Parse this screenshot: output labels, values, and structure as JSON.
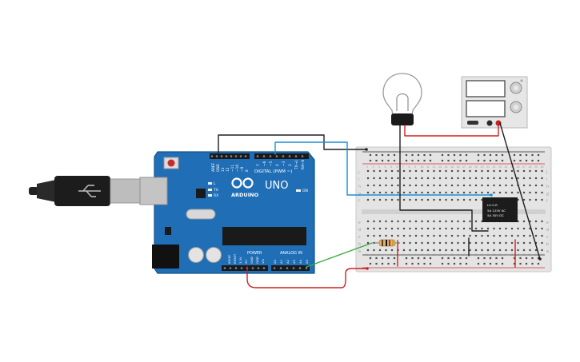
{
  "arduino": {
    "brand": "ARDUINO",
    "model": "UNO",
    "digital_header": "DIGITAL (PWM ~)",
    "power_header": "POWER",
    "analog_header": "ANALOG IN",
    "led_labels": [
      "L",
      "TX",
      "RX"
    ],
    "on_label": "ON",
    "top_pins": [
      "AREF",
      "GND",
      "13",
      "12",
      "~11",
      "~10",
      "~9",
      "8",
      "7",
      "~6",
      "~5",
      "4",
      "~3",
      "2",
      "TX→1",
      "RX←0"
    ],
    "power_pins": [
      "IOREF",
      "RESET",
      "3.3V",
      "5V",
      "GND",
      "GND",
      "Vin"
    ],
    "analog_pins": [
      "A0",
      "A1",
      "A2",
      "A3",
      "A4",
      "A5"
    ]
  },
  "relay": {
    "line1": "LU-5-R",
    "line2": "5A 125V AC",
    "line3": "5A 30V DC"
  },
  "breadboard": {
    "row_letters_top": [
      "j",
      "i",
      "h",
      "g",
      "f"
    ],
    "row_letters_bottom": [
      "e",
      "d",
      "c",
      "b",
      "a"
    ],
    "column_numbers": [
      "1",
      "2",
      "3",
      "4",
      "5",
      "6",
      "7",
      "8",
      "9",
      "10",
      "11",
      "12",
      "13",
      "14",
      "15",
      "16",
      "17",
      "18",
      "19",
      "20",
      "21",
      "22",
      "23",
      "24",
      "25",
      "26",
      "27",
      "28",
      "29",
      "30"
    ]
  },
  "colors": {
    "arduino_board": "#1f6eb6",
    "breadboard": "#e4e4e4",
    "wire_red": "#d21f1f",
    "wire_black": "#1e1e1e",
    "wire_blue": "#1a8fd6",
    "wire_green": "#3aa93a"
  }
}
